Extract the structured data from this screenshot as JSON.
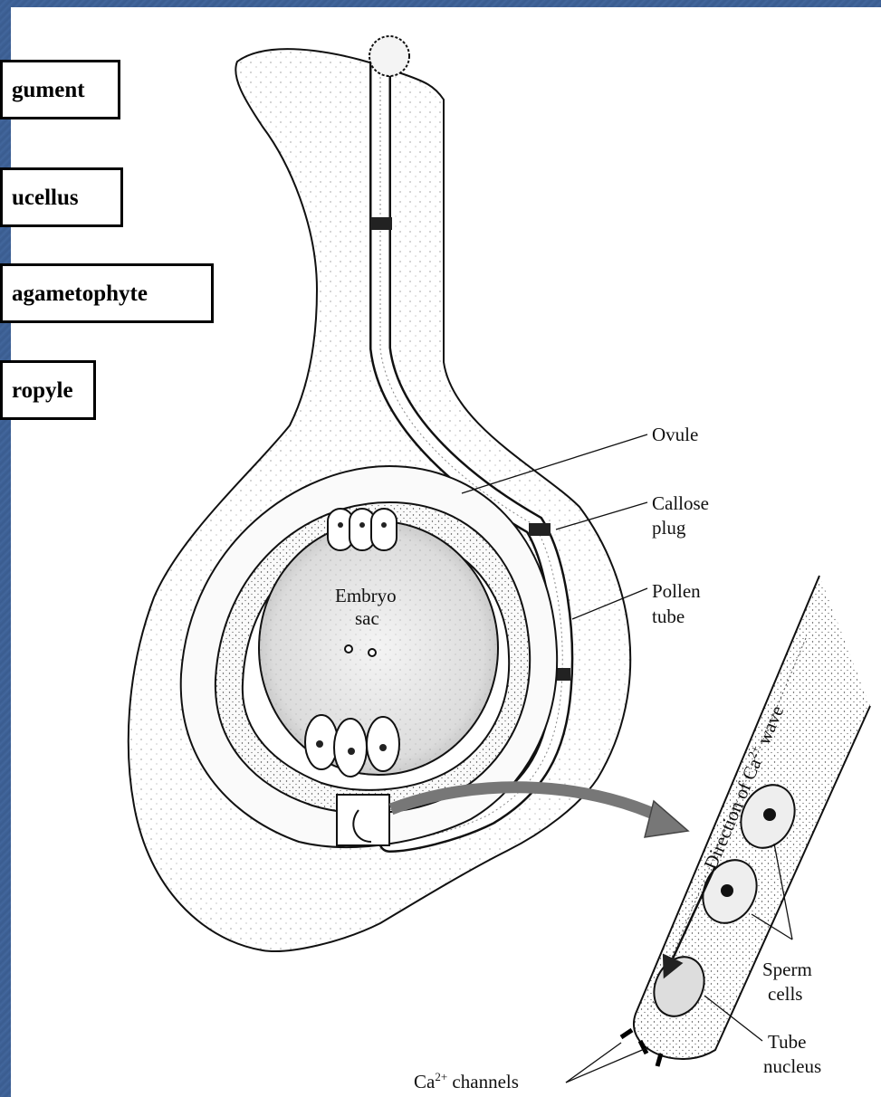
{
  "label_boxes": [
    "gument",
    "ucellus",
    "agametophyte",
    "ropyle"
  ],
  "annotations": {
    "ovule": "Ovule",
    "callose_1": "Callose",
    "callose_2": "plug",
    "pollen_1": "Pollen",
    "pollen_2": "tube",
    "embryo_1": "Embryo",
    "embryo_2": "sac",
    "direction": "Direction of Ca",
    "direction_sup": "2+",
    "direction_end": " wave",
    "sperm_1": "Sperm",
    "sperm_2": "cells",
    "tube_1": "Tube",
    "tube_2": "nucleus",
    "ca_prefix": "Ca",
    "ca_sup": "2+",
    "ca_suffix": " channels"
  },
  "colors": {
    "background": "#3c5f94",
    "paper": "#ffffff",
    "ink": "#111111",
    "arrow": "#777777"
  }
}
